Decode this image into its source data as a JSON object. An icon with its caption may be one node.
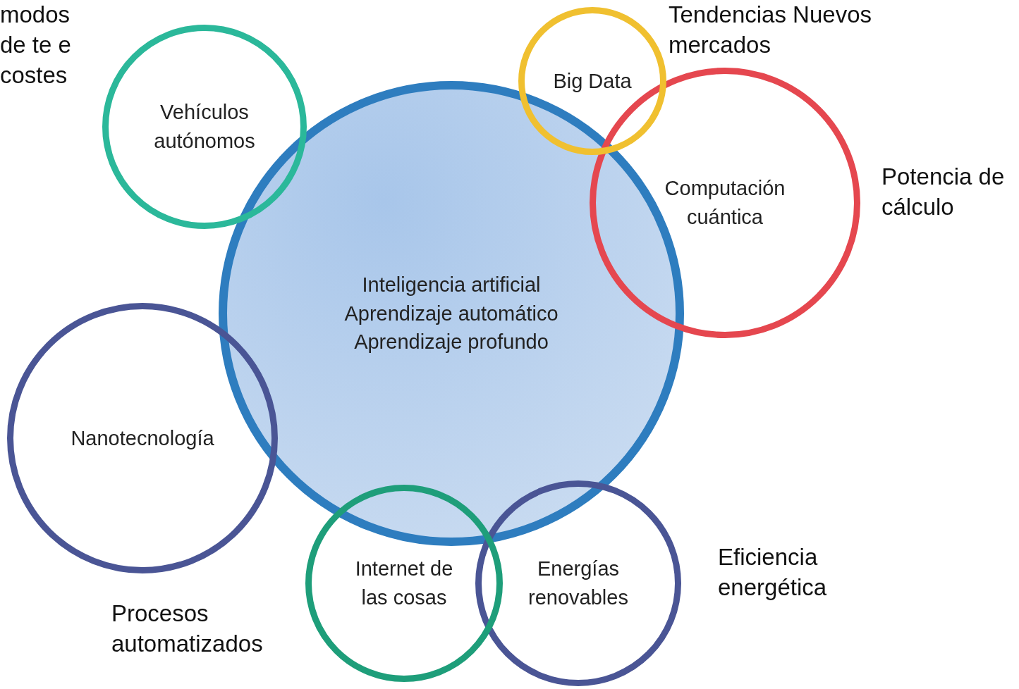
{
  "diagram": {
    "nodes": [
      {
        "text": [
          "Inteligencia artificial",
          "Aprendizaje automático",
          "Aprendizaje profundo"
        ]
      },
      {
        "text": [
          "Vehículos autónomos"
        ],
        "beside": [
          "modos de te e costes"
        ]
      },
      {
        "text": [
          "Big Data"
        ],
        "beside": [
          "Tendencias Nuevos mercados"
        ]
      },
      {
        "text": [
          "Computación cuántica"
        ],
        "beside": [
          "Potencia de cálculo"
        ]
      },
      {
        "text": [
          "Nanotecnología"
        ],
        "beside": [
          "Procesos automatizados"
        ]
      },
      {
        "text": [
          "Internet de las cosas"
        ]
      },
      {
        "text": [
          "Energías renovables"
        ],
        "beside": [
          "Eficiencia energética"
        ]
      }
    ],
    "edges": []
  }
}
